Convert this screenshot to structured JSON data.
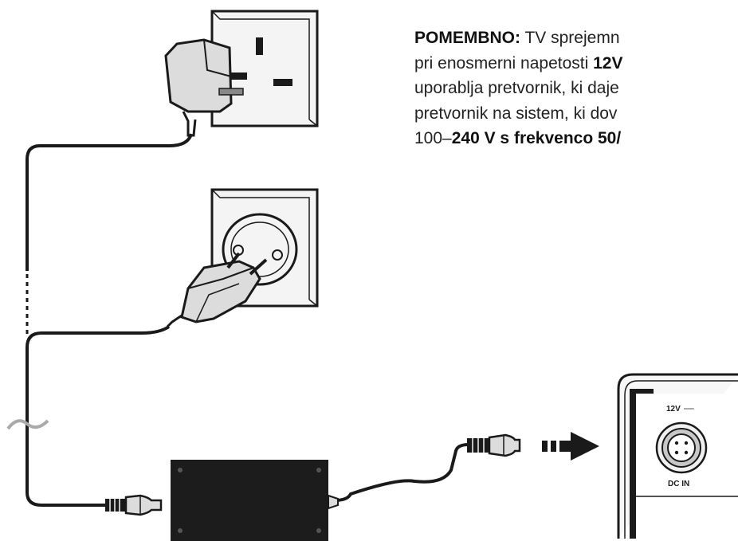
{
  "note": {
    "line1_bold": "POMEMBNO:",
    "line1_rest": " TV sprejemn",
    "line2_pre": "pri enosmerni napetosti ",
    "line2_bold": "12V",
    "line3": "uporablja pretvornik, ki daje",
    "line4": "pretvornik na sistem, ki dov",
    "line5_pre": "100–",
    "line5_bold": "240 V s frekvenco 50/"
  },
  "tv_port": {
    "voltage_label": "12V",
    "dc_symbol": "═══",
    "port_label": "DC IN"
  },
  "colors": {
    "ink": "#1a1a1a",
    "socket_face": "#f4f4f4",
    "adapter_body": "#1c1c1c",
    "text": "#222222"
  }
}
